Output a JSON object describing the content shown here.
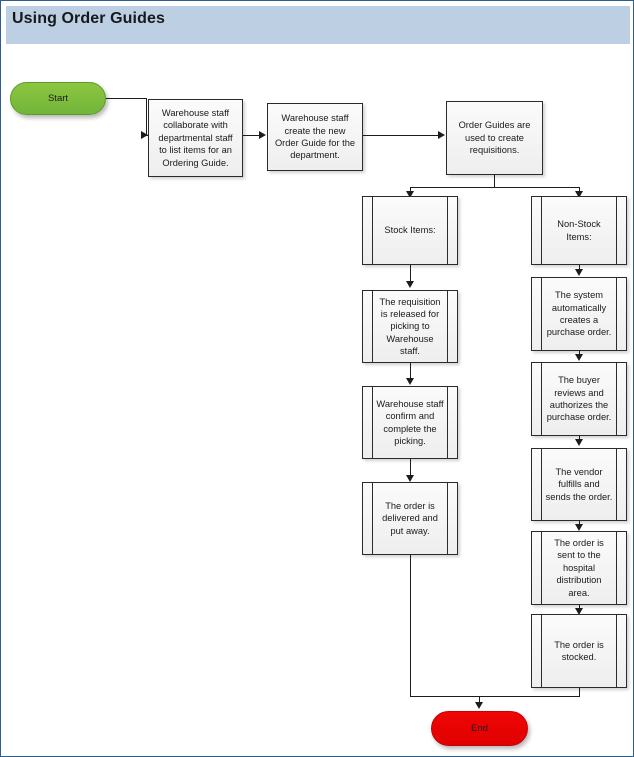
{
  "header": {
    "title": "Using Order Guides",
    "bar_color": "#bdd0e3",
    "frame_color": "#2e5f8a"
  },
  "diagram": {
    "type": "flowchart",
    "start": {
      "label": "Start",
      "color": "#8cc63f"
    },
    "end": {
      "label": "End",
      "color": "#f00606"
    },
    "top_row": [
      {
        "id": "collaborate",
        "label": "Warehouse staff collaborate with departmental staff to list items for an Ordering Guide.",
        "shape": "process"
      },
      {
        "id": "create-guide",
        "label": "Warehouse staff create the new Order Guide for the department.",
        "shape": "process"
      },
      {
        "id": "requisitions",
        "label": "Order Guides are used to create requisitions.",
        "shape": "process"
      }
    ],
    "stock_branch": {
      "header": {
        "id": "stock-items",
        "label": "Stock Items:",
        "shape": "predefined-process"
      },
      "steps": [
        {
          "id": "requisition-released",
          "label": "The requisition is released for picking to Warehouse staff.",
          "shape": "predefined-process"
        },
        {
          "id": "confirm-picking",
          "label": "Warehouse staff confirm and complete the picking.",
          "shape": "predefined-process"
        },
        {
          "id": "order-delivered",
          "label": "The order is delivered and put away.",
          "shape": "predefined-process"
        }
      ]
    },
    "nonstock_branch": {
      "header": {
        "id": "non-stock-items",
        "label": "Non-Stock Items:",
        "shape": "predefined-process"
      },
      "steps": [
        {
          "id": "system-creates-po",
          "label": "The system automatically creates a purchase order.",
          "shape": "predefined-process"
        },
        {
          "id": "buyer-authorizes",
          "label": "The buyer reviews and authorizes the purchase order.",
          "shape": "predefined-process"
        },
        {
          "id": "vendor-fulfills",
          "label": "The vendor fulfills and sends the order.",
          "shape": "predefined-process"
        },
        {
          "id": "sent-to-hospital",
          "label": "The order is sent to the hospital distribution area.",
          "shape": "predefined-process"
        },
        {
          "id": "order-stocked",
          "label": "The order is stocked.",
          "shape": "predefined-process"
        }
      ]
    }
  }
}
